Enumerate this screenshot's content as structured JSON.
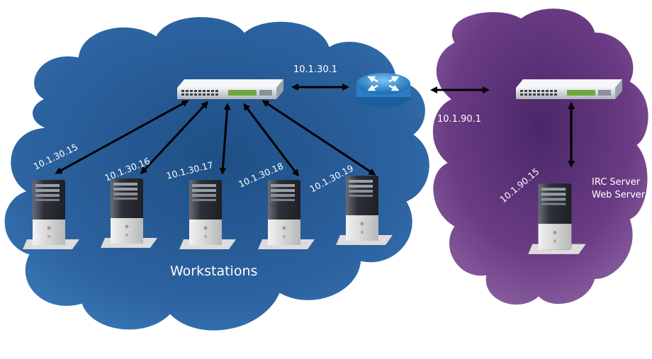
{
  "colors": {
    "left_cloud": "#2f6aa8",
    "right_cloud": "#6e3d86",
    "switch_body": "#dfe3e8",
    "router": "#2f86d2",
    "tower": "#3c3f47",
    "arrow": "#000000"
  },
  "icons": {
    "switch": "network-switch-icon",
    "router": "router-icon",
    "workstation": "tower-pc-icon"
  },
  "left_network": {
    "label": "Workstations",
    "router_ip": "10.1.30.1",
    "workstations": [
      "10.1.30.15",
      "10.1.30.16",
      "10.1.30.17",
      "10.1.30.18",
      "10.1.30.19"
    ]
  },
  "right_network": {
    "router_ip": "10.1.90.1",
    "server_ip": "10.1.90.15",
    "server_roles": [
      "IRC Server",
      "Web Server"
    ]
  }
}
